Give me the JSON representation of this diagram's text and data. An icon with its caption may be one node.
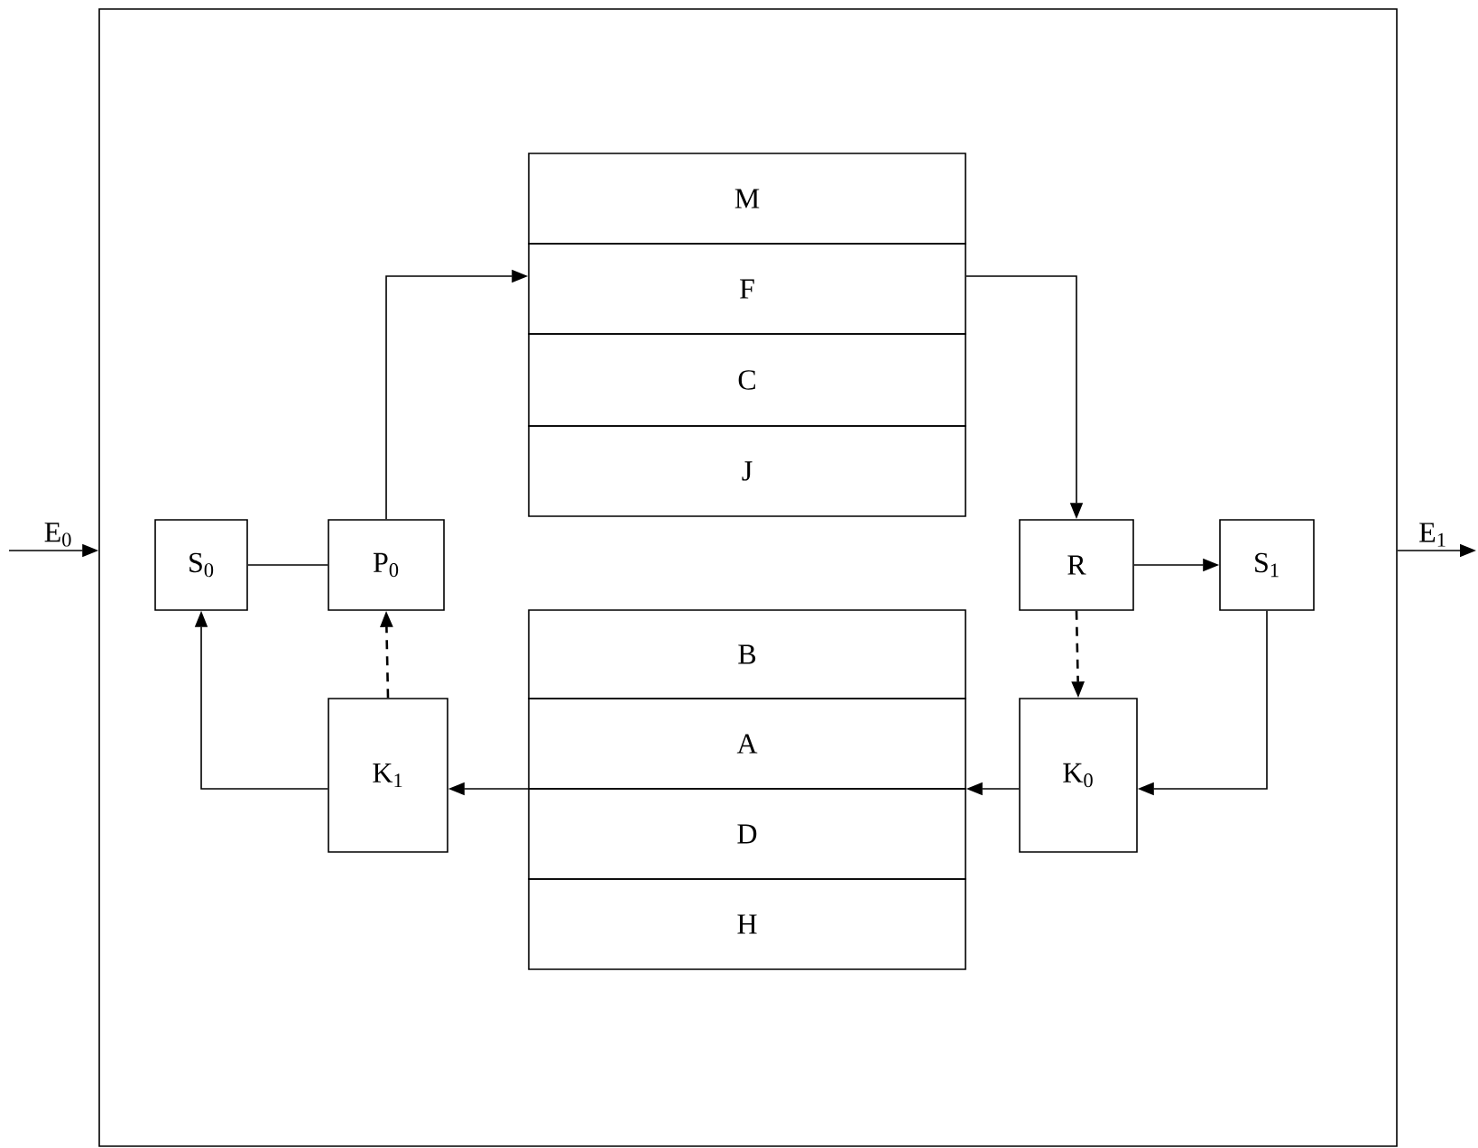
{
  "diagram": {
    "nodes": [
      {
        "text": [],
        "shape": "box"
      },
      {
        "text": [
          "M"
        ],
        "in": 0
      },
      {
        "text": [
          "F"
        ],
        "in": 0
      },
      {
        "text": [
          "C"
        ],
        "in": 0
      },
      {
        "text": [
          "J"
        ],
        "in": 0
      },
      {
        "text": [
          "S$_{0}$"
        ],
        "in": 0
      },
      {
        "text": [
          "P$_{0}$"
        ],
        "in": 0
      },
      {
        "text": [
          "R"
        ],
        "in": 0
      },
      {
        "text": [
          "S$_{1}$"
        ],
        "in": 0
      },
      {
        "text": [
          "B"
        ],
        "in": 0
      },
      {
        "text": [
          "A"
        ],
        "in": 0
      },
      {
        "text": [
          "D"
        ],
        "in": 0
      },
      {
        "text": [
          "H"
        ],
        "in": 0
      },
      {
        "text": [
          "K$_{1}$"
        ],
        "in": 0
      },
      {
        "text": [
          "K$_{0}$"
        ],
        "in": 0
      }
    ],
    "edges": [
      {
        "from": null,
        "to": 0,
        "arrow": "to",
        "label": "E$_{0}$"
      },
      {
        "from": 0,
        "to": null,
        "arrow": "to",
        "label": "E$_{1}$"
      },
      {
        "from": 5,
        "to": 6,
        "arrow": "none"
      },
      {
        "from": 6,
        "to": 2,
        "arrow": "to"
      },
      {
        "from": 2,
        "to": 7,
        "arrow": "to"
      },
      {
        "from": 7,
        "to": 8,
        "arrow": "to"
      },
      {
        "from": 7,
        "to": 14,
        "arrow": "to",
        "style": "dashed"
      },
      {
        "from": 8,
        "to": 14,
        "arrow": "to"
      },
      {
        "from": 14,
        "to": 10,
        "arrow": "to"
      },
      {
        "from": 10,
        "to": 13,
        "arrow": "to"
      },
      {
        "from": 13,
        "to": 6,
        "arrow": "to",
        "style": "dashed"
      },
      {
        "from": 13,
        "to": 5,
        "arrow": "to"
      }
    ]
  }
}
